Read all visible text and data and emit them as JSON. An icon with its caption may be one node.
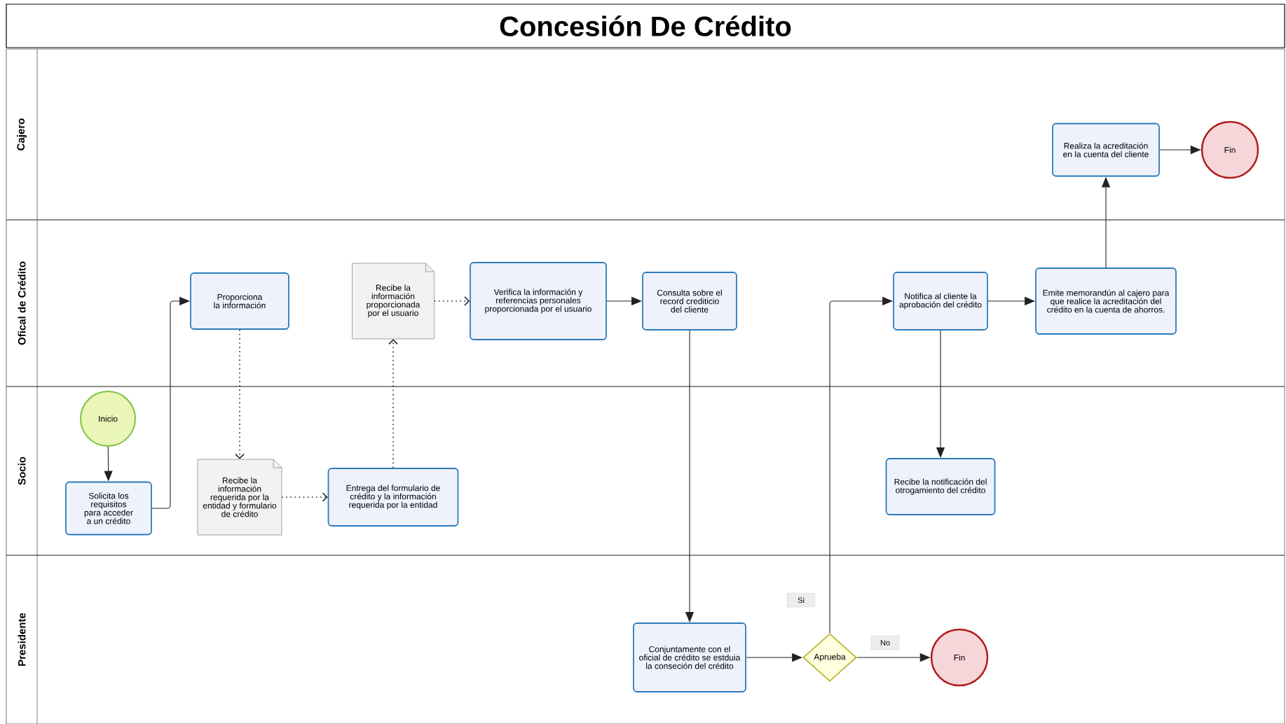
{
  "diagram": {
    "title": "Concesión De Crédito",
    "nodes": [
      {
        "text": [
          "Cajero"
        ]
      },
      {
        "text": [
          "Ofical de Crédito"
        ]
      },
      {
        "text": [
          "Socio"
        ]
      },
      {
        "text": [
          "Presidente"
        ]
      },
      {
        "text": [
          "Inicio"
        ],
        "in": 2
      },
      {
        "text": [
          "Solicita los requisitos para acceder a un crédito"
        ],
        "in": 2
      },
      {
        "text": [
          "Proporciona la información"
        ],
        "in": 1
      },
      {
        "text": [
          "Recibe la información requerida por la entidad y formulario de crédito"
        ],
        "in": 2
      },
      {
        "text": [
          "Entrega del formulario de crédito y la información requerida por la entidad"
        ],
        "in": 2
      },
      {
        "text": [
          "Recibe la información proporcionada por el usuario"
        ],
        "in": 1
      },
      {
        "text": [
          "Verifica la información y referencias personales proporcionada por el usuario"
        ],
        "in": 1
      },
      {
        "text": [
          "Consulta sobre el record crediticio del cliente"
        ],
        "in": 1
      },
      {
        "text": [
          "Conjuntamente con el oficial de crédito se estduia la conseción del crédito"
        ],
        "in": 3
      },
      {
        "text": [
          "Aprueba"
        ],
        "in": 3
      },
      {
        "text": [
          "Fin"
        ],
        "in": 3
      },
      {
        "text": [
          "Notifica al cliente la aprobación del crédito"
        ],
        "in": 1
      },
      {
        "text": [
          "Recibe la notificación del otrogamiento del crédito"
        ],
        "in": 2
      },
      {
        "text": [
          "Emite memorandún al cajero para que realice la acreditación del crédito en la cuenta de ahorros."
        ],
        "in": 1
      },
      {
        "text": [
          "Realiza la acreditación en la cuenta del cliente"
        ],
        "in": 0
      },
      {
        "text": [
          "Fin"
        ],
        "in": 0
      }
    ],
    "edges": [
      {
        "from": 4,
        "to": 5,
        "arrow": "to"
      },
      {
        "from": 5,
        "to": 6,
        "arrow": "to"
      },
      {
        "from": 6,
        "to": 7,
        "arrow": "to",
        "style": "dashed"
      },
      {
        "from": 7,
        "to": 8,
        "arrow": "to",
        "style": "dashed"
      },
      {
        "from": 8,
        "to": 9,
        "arrow": "to",
        "style": "dashed"
      },
      {
        "from": 9,
        "to": 10,
        "arrow": "to",
        "style": "dashed"
      },
      {
        "from": 10,
        "to": 11,
        "arrow": "to"
      },
      {
        "from": 11,
        "to": 12,
        "arrow": "to"
      },
      {
        "from": 12,
        "to": 13,
        "arrow": "to"
      },
      {
        "from": 13,
        "to": 15,
        "arrow": "to",
        "label": "Si"
      },
      {
        "from": 13,
        "to": 14,
        "arrow": "to",
        "label": "No"
      },
      {
        "from": 15,
        "to": 16,
        "arrow": "to"
      },
      {
        "from": 15,
        "to": 17,
        "arrow": "to"
      },
      {
        "from": 17,
        "to": 18,
        "arrow": "to"
      },
      {
        "from": 18,
        "to": 19,
        "arrow": "to"
      }
    ]
  }
}
